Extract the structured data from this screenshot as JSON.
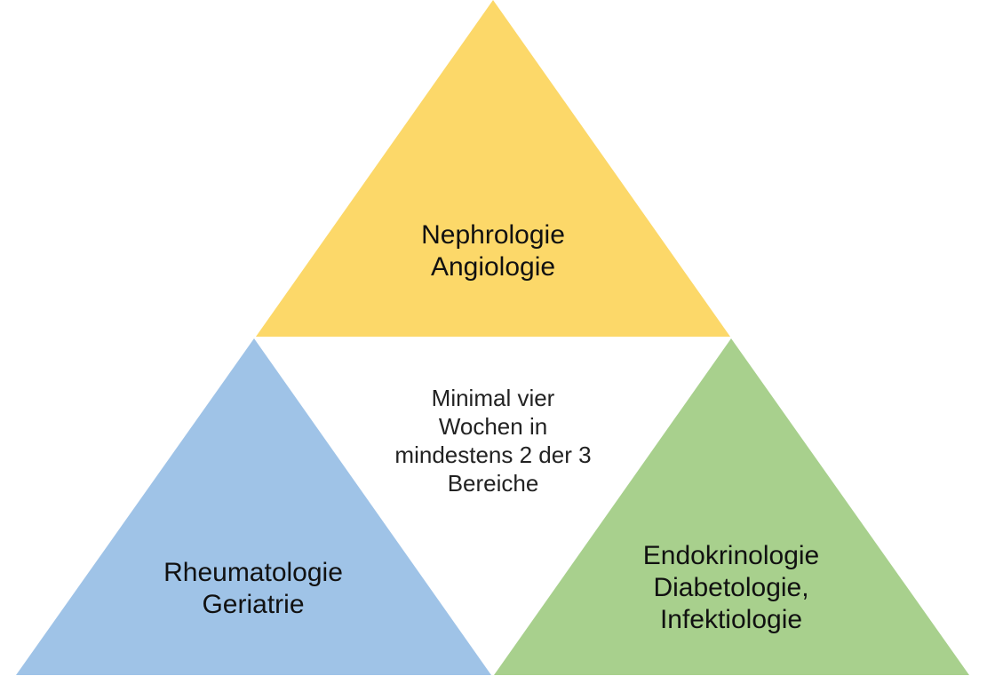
{
  "colors": {
    "top": "#fcd869",
    "left": "#9fc3e7",
    "right": "#a8d08d",
    "background": "#ffffff"
  },
  "triangles": {
    "top": {
      "lines": [
        "Nephrologie",
        "Angiologie"
      ]
    },
    "left": {
      "lines": [
        "Rheumatologie",
        "Geriatrie"
      ]
    },
    "right": {
      "lines": [
        "Endokrinologie",
        "Diabetologie,",
        "Infektiologie"
      ]
    }
  },
  "center": {
    "lines": [
      "Minimal vier",
      "Wochen in",
      "mindestens 2 der 3",
      "Bereiche"
    ]
  }
}
